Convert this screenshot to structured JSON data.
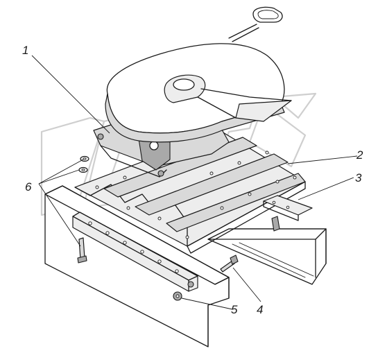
{
  "callouts": [
    {
      "id": "1",
      "label": "1"
    },
    {
      "id": "2",
      "label": "2"
    },
    {
      "id": "3",
      "label": "3"
    },
    {
      "id": "4",
      "label": "4"
    },
    {
      "id": "5",
      "label": "5"
    },
    {
      "id": "6",
      "label": "6"
    }
  ],
  "watermark": {
    "corner_text": "",
    "icon": "watermark-logo-outline"
  },
  "colors": {
    "ink": "#1a1a1a",
    "shade": "#d9d9d9",
    "watermark": "#cfcfcf"
  }
}
